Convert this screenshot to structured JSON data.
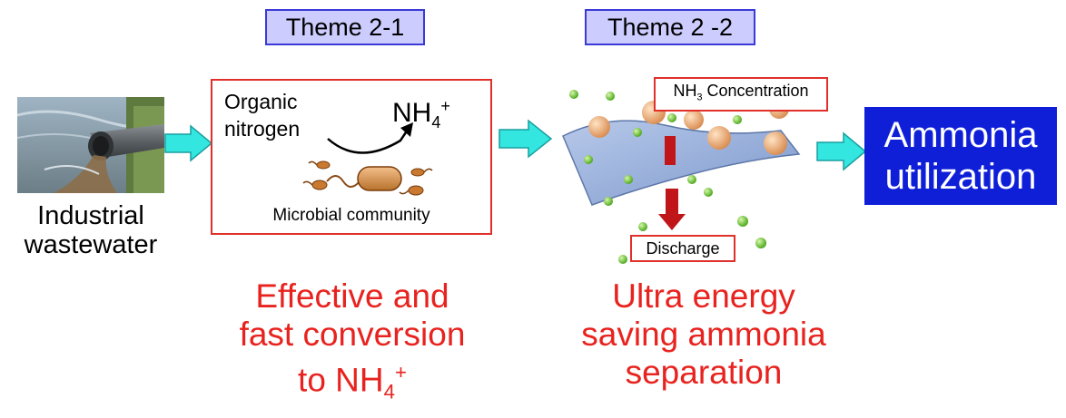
{
  "theme_left": "Theme 2-1",
  "theme_right": "Theme 2 -2",
  "source": {
    "line1": "Industrial",
    "line2": "wastewater"
  },
  "conversion": {
    "reactant_line1": "Organic",
    "reactant_line2": "nitrogen",
    "product_base": "NH",
    "product_sub": "4",
    "product_sup": "+",
    "caption": "Microbial community"
  },
  "separation": {
    "concentration_base": "NH",
    "concentration_sub": "3",
    "concentration_rest": " Concentration",
    "discharge": "Discharge"
  },
  "output": {
    "line1": "Ammonia",
    "line2": "utilization"
  },
  "captions": {
    "left_line1": "Effective and",
    "left_line2": "fast conversion",
    "left_line3_base": "to NH",
    "left_line3_sub": "4",
    "left_line3_sup": "+",
    "right_line1": "Ultra energy",
    "right_line2": "saving ammonia",
    "right_line3": "separation"
  },
  "colors": {
    "arrow": "#33e6e0",
    "accent_red": "#e8231f",
    "output_blue": "#0f1fd8",
    "theme_fill": "#ccccff"
  }
}
